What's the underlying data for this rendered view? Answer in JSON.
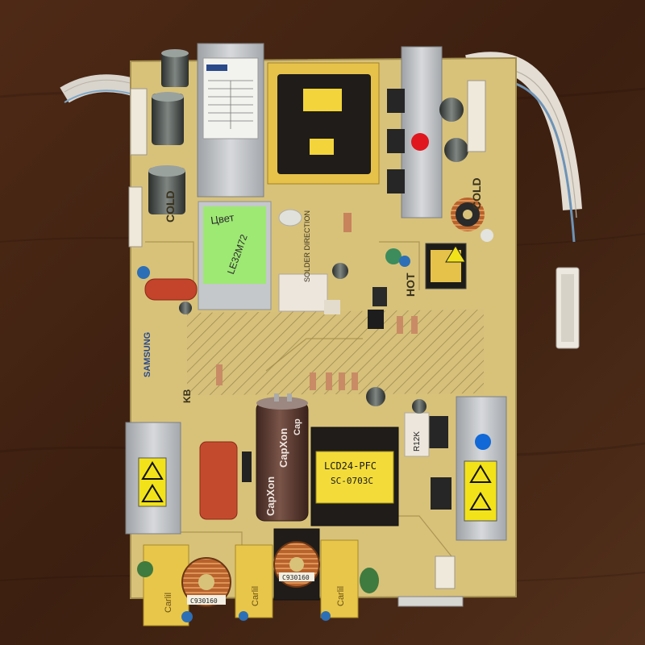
{
  "photo": {
    "subject": "Samsung LCD TV power supply board",
    "colors": {
      "table": "#4a2614",
      "pcb": "#d8c27a",
      "heatsink": "#b9bcc0",
      "capacitor": "#5a3a32",
      "warning": "#f2e21a",
      "xcap": "#e8c64a"
    }
  },
  "labels": {
    "handwritten_1": "Цвет",
    "handwritten_2": "LE32M72",
    "pcb_cold_top": "COLD",
    "pcb_cold_right": "COLD",
    "pcb_hot": "HOT",
    "solder_direction": "SOLDER DIRECTION",
    "brand": "SAMSUNG",
    "kb": "KB",
    "capxon_1": "CapXon",
    "capxon_2": "CapXon",
    "capxon_3": "Cap",
    "pfc_1": "LCD24-PFC",
    "pfc_2": "SC-0703C",
    "coil_code_1": "C930160",
    "coil_code_2": "C930160",
    "cap_word_1": "Carlil",
    "cap_word_2": "Carlil",
    "cap_word_3": "Carlil",
    "r12k": "R12K"
  }
}
